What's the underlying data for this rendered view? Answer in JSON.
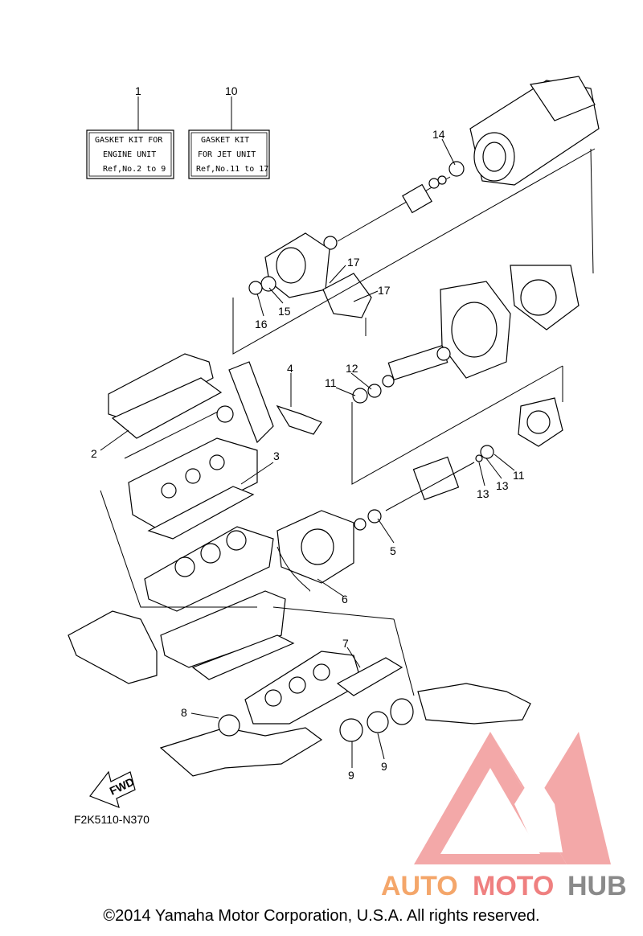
{
  "kits": [
    {
      "ref": "1",
      "lines": [
        "GASKET KIT FOR",
        "ENGINE UNIT",
        "Ref,No.2 to 9"
      ]
    },
    {
      "ref": "10",
      "lines": [
        "GASKET KIT",
        "FOR JET UNIT",
        "Ref,No.11 to 17"
      ]
    }
  ],
  "callouts": [
    "2",
    "3",
    "4",
    "5",
    "6",
    "7",
    "8",
    "9",
    "9",
    "11",
    "12",
    "13",
    "13",
    "11",
    "14",
    "15",
    "16",
    "17",
    "17"
  ],
  "fwd_label": "FWD",
  "diagram_code": "F2K5110-N370",
  "watermark": {
    "auto": "AUTO",
    "moto": "MOTO",
    "hub": "HUB",
    "color_orange": "#f4a66a",
    "color_red": "#ef8080",
    "color_grey": "#8a8a8a"
  },
  "copyright": "©2014 Yamaha Motor Corporation, U.S.A. All rights reserved."
}
